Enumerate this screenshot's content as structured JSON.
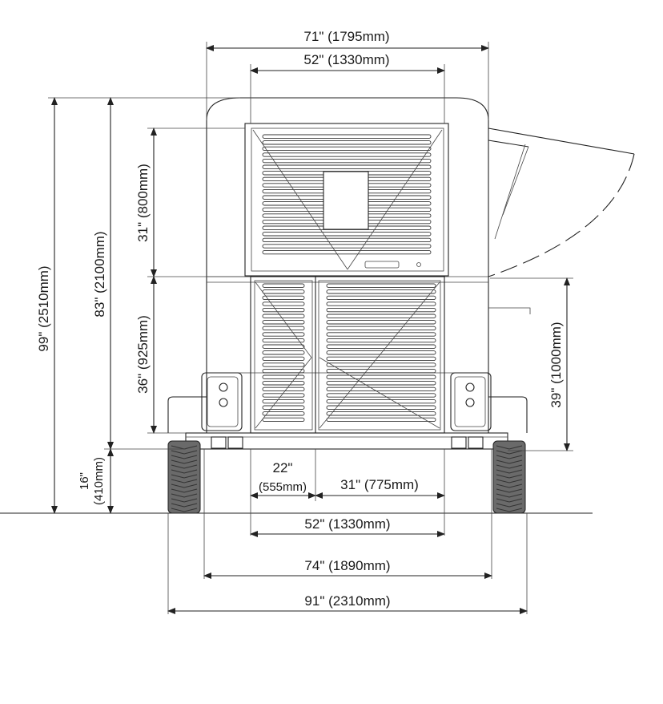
{
  "dimensions": {
    "top_overall": "71\" (1795mm)",
    "top_inner": "52\" (1330mm)",
    "total_height": "99\" (2510mm)",
    "body_height": "83\" (2100mm)",
    "upper_opening": "31\" (800mm)",
    "lower_opening": "36\" (925mm)",
    "counter_height": "39\" (1000mm)",
    "ground_clearance_in": "16\"",
    "ground_clearance_mm": "(410mm)",
    "left_door_in": "22\"",
    "left_door_mm": "(555mm)",
    "right_door": "31\" (775mm)",
    "doors_total": "52\" (1330mm)",
    "axle_track": "74\" (1890mm)",
    "overall_width": "91\" (2310mm)"
  },
  "colors": {
    "line": "#222222",
    "tire": "#555555",
    "background": "#ffffff"
  }
}
